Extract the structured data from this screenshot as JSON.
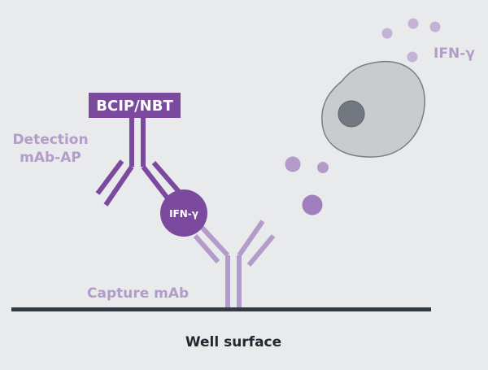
{
  "labels": {
    "substrate": "BCIP/NBT",
    "detection_line1": "Detection",
    "detection_line2": "mAb-AP",
    "captured_cytokine": "IFN-γ",
    "secreted_cytokine": "IFN-γ",
    "capture": "Capture mAb",
    "surface": "Well surface"
  },
  "colors": {
    "background": "#e9eaec",
    "dark_purple": "#7b4a9e",
    "light_purple": "#b39cc9",
    "pale_purple": "#c5b3d6",
    "surface_line": "#333a42",
    "cell_body": "#c9cbcd",
    "cell_outline": "#7a7d82",
    "nucleus": "#737880"
  }
}
